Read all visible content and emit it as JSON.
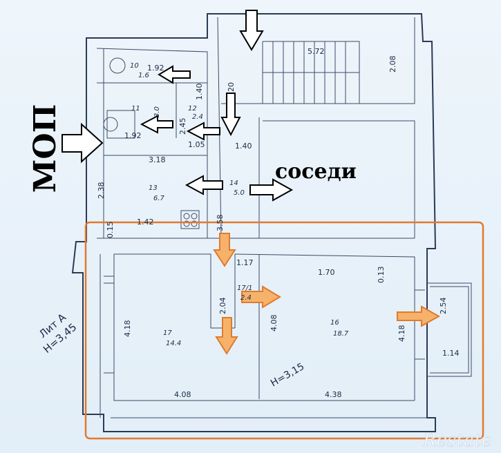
{
  "labels": {
    "mop": "МОП",
    "neighbors": "соседи",
    "lit": "Лит А",
    "height_main": "H=3,45",
    "height_room": "H=3,15",
    "watermark": "Restate"
  },
  "dimensions": {
    "d572": "5.72",
    "d208": "2.08",
    "d192a": "1.92",
    "d140a": "1.40",
    "d20": "20",
    "d245": "2.45",
    "d192b": "1.92",
    "d105": "1.05",
    "d140b": "1.40",
    "d318": "3.18",
    "d238": "2.38",
    "d142": "1.42",
    "d358": "3.58",
    "d117": "1.17",
    "d170": "1.70",
    "d013": "0.13",
    "d418a": "4.18",
    "d204": "2.04",
    "d408a": "4.08",
    "d418b": "4.18",
    "d254": "2.54",
    "d114": "1.14",
    "d408b": "4.08",
    "d438": "4.38",
    "d015": "0.15"
  },
  "rooms": {
    "r10": {
      "num": "10",
      "area": "1.6"
    },
    "r11": {
      "num": "11",
      "area": "3.0"
    },
    "r12": {
      "num": "12",
      "area": "2.4"
    },
    "r13": {
      "num": "13",
      "area": "6.7"
    },
    "r14": {
      "num": "14",
      "area": "5.0"
    },
    "r15": {
      "num": "17",
      "area": "14.4"
    },
    "r16": {
      "num": "16",
      "area": "18.7"
    },
    "r17": {
      "num": "17/1",
      "area": "2.4"
    }
  },
  "colors": {
    "highlight": "#e07a2c",
    "arrow_orange": "#f0a45a",
    "ink": "#2a3a55"
  }
}
